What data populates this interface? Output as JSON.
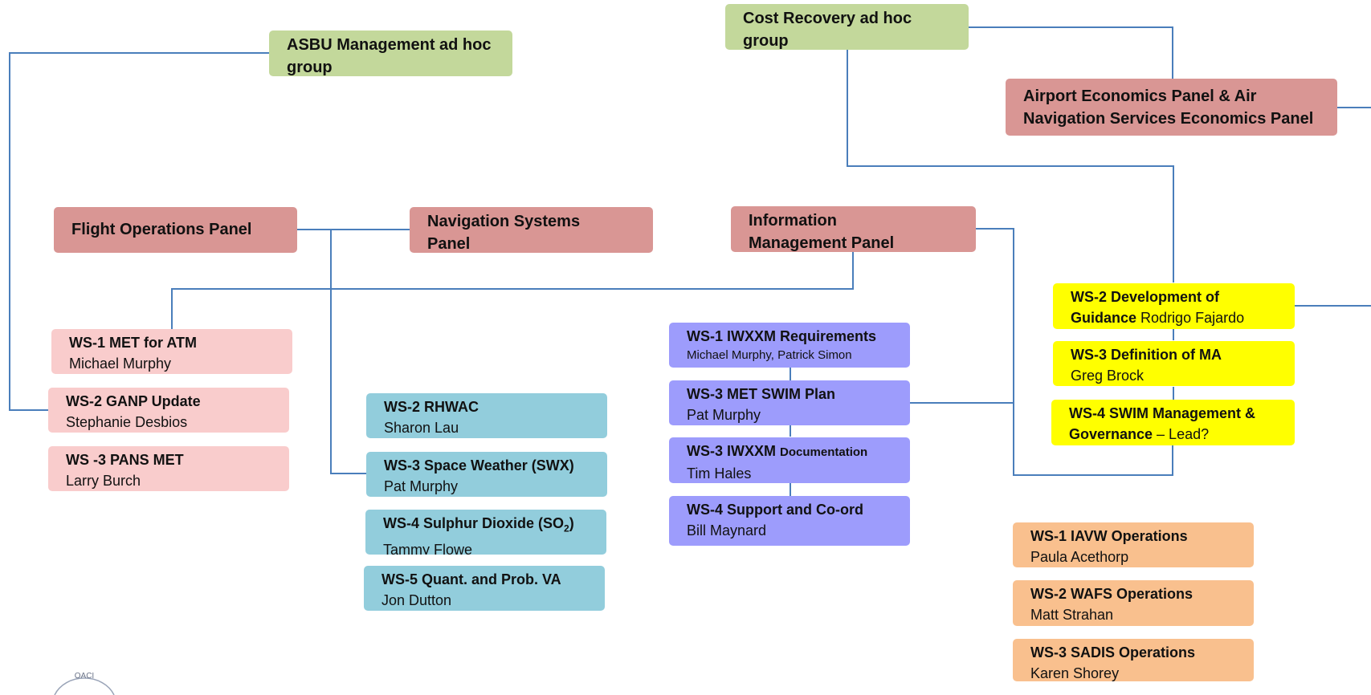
{
  "groups": {
    "asbu": {
      "title": "ASBU Management ad hoc group"
    },
    "cost": {
      "title": "Cost Recovery ad hoc group"
    }
  },
  "panels": {
    "econ": {
      "title": "Airport Economics Panel & Air Navigation Services Economics Panel"
    },
    "flight_ops": {
      "title": "Flight Operations Panel"
    },
    "nav": {
      "title": "Navigation  Systems Panel"
    },
    "info": {
      "title": "Information Management Panel"
    }
  },
  "pink": [
    {
      "title": "WS-1 MET for ATM",
      "person": "Michael Murphy"
    },
    {
      "title": "WS-2 GANP Update",
      "person": "Stephanie Desbios"
    },
    {
      "title": "WS -3 PANS MET",
      "person": "Larry Burch"
    }
  ],
  "teal": [
    {
      "title": "WS-2 RHWAC",
      "person": "Sharon Lau"
    },
    {
      "title": "WS-3 Space Weather (SWX)",
      "person": "Pat Murphy"
    },
    {
      "title_pre": "WS-4 Sulphur Dioxide (SO",
      "title_sub": "2",
      "title_post": ")",
      "person": "Tammy Flowe"
    },
    {
      "title": "WS-5 Quant. and Prob. VA",
      "person": "Jon Dutton"
    }
  ],
  "violet": [
    {
      "title": "WS-1 IWXXM Requirements",
      "person": "Michael Murphy, Patrick Simon"
    },
    {
      "title": "WS-3 MET SWIM Plan",
      "person": "Pat Murphy"
    },
    {
      "title": "WS-3 IWXXM",
      "title_small": "Documentation",
      "person": "Tim Hales"
    },
    {
      "title": "WS-4 Support and Co-ord",
      "person": "Bill Maynard"
    }
  ],
  "yellow": [
    {
      "title_1": "WS-2  Development of",
      "title_2": "Guidance",
      "person": "Rodrigo Fajardo"
    },
    {
      "title": "WS-3  Definition of  MA",
      "person": "Greg Brock"
    },
    {
      "title_1": "WS-4  SWIM Management &",
      "title_2": "Governance",
      "person": " – Lead?"
    }
  ],
  "orange": [
    {
      "title": "WS-1 IAVW  Operations",
      "person": "Paula Acethorp"
    },
    {
      "title": "WS-2 WAFS  Operations",
      "person": "Matt Strahan"
    },
    {
      "title": "WS-3 SADIS Operations",
      "person": "Karen Shorey"
    }
  ],
  "logo": {
    "text": "OACI"
  },
  "colors": {
    "connector": "#4a7ebb",
    "green": "#c3d89b",
    "rose": "#d99694",
    "pink": "#f9cccc",
    "teal": "#92cddc",
    "violet": "#9d9cfc",
    "yellow": "#ffff00",
    "orange": "#f9c08e"
  }
}
